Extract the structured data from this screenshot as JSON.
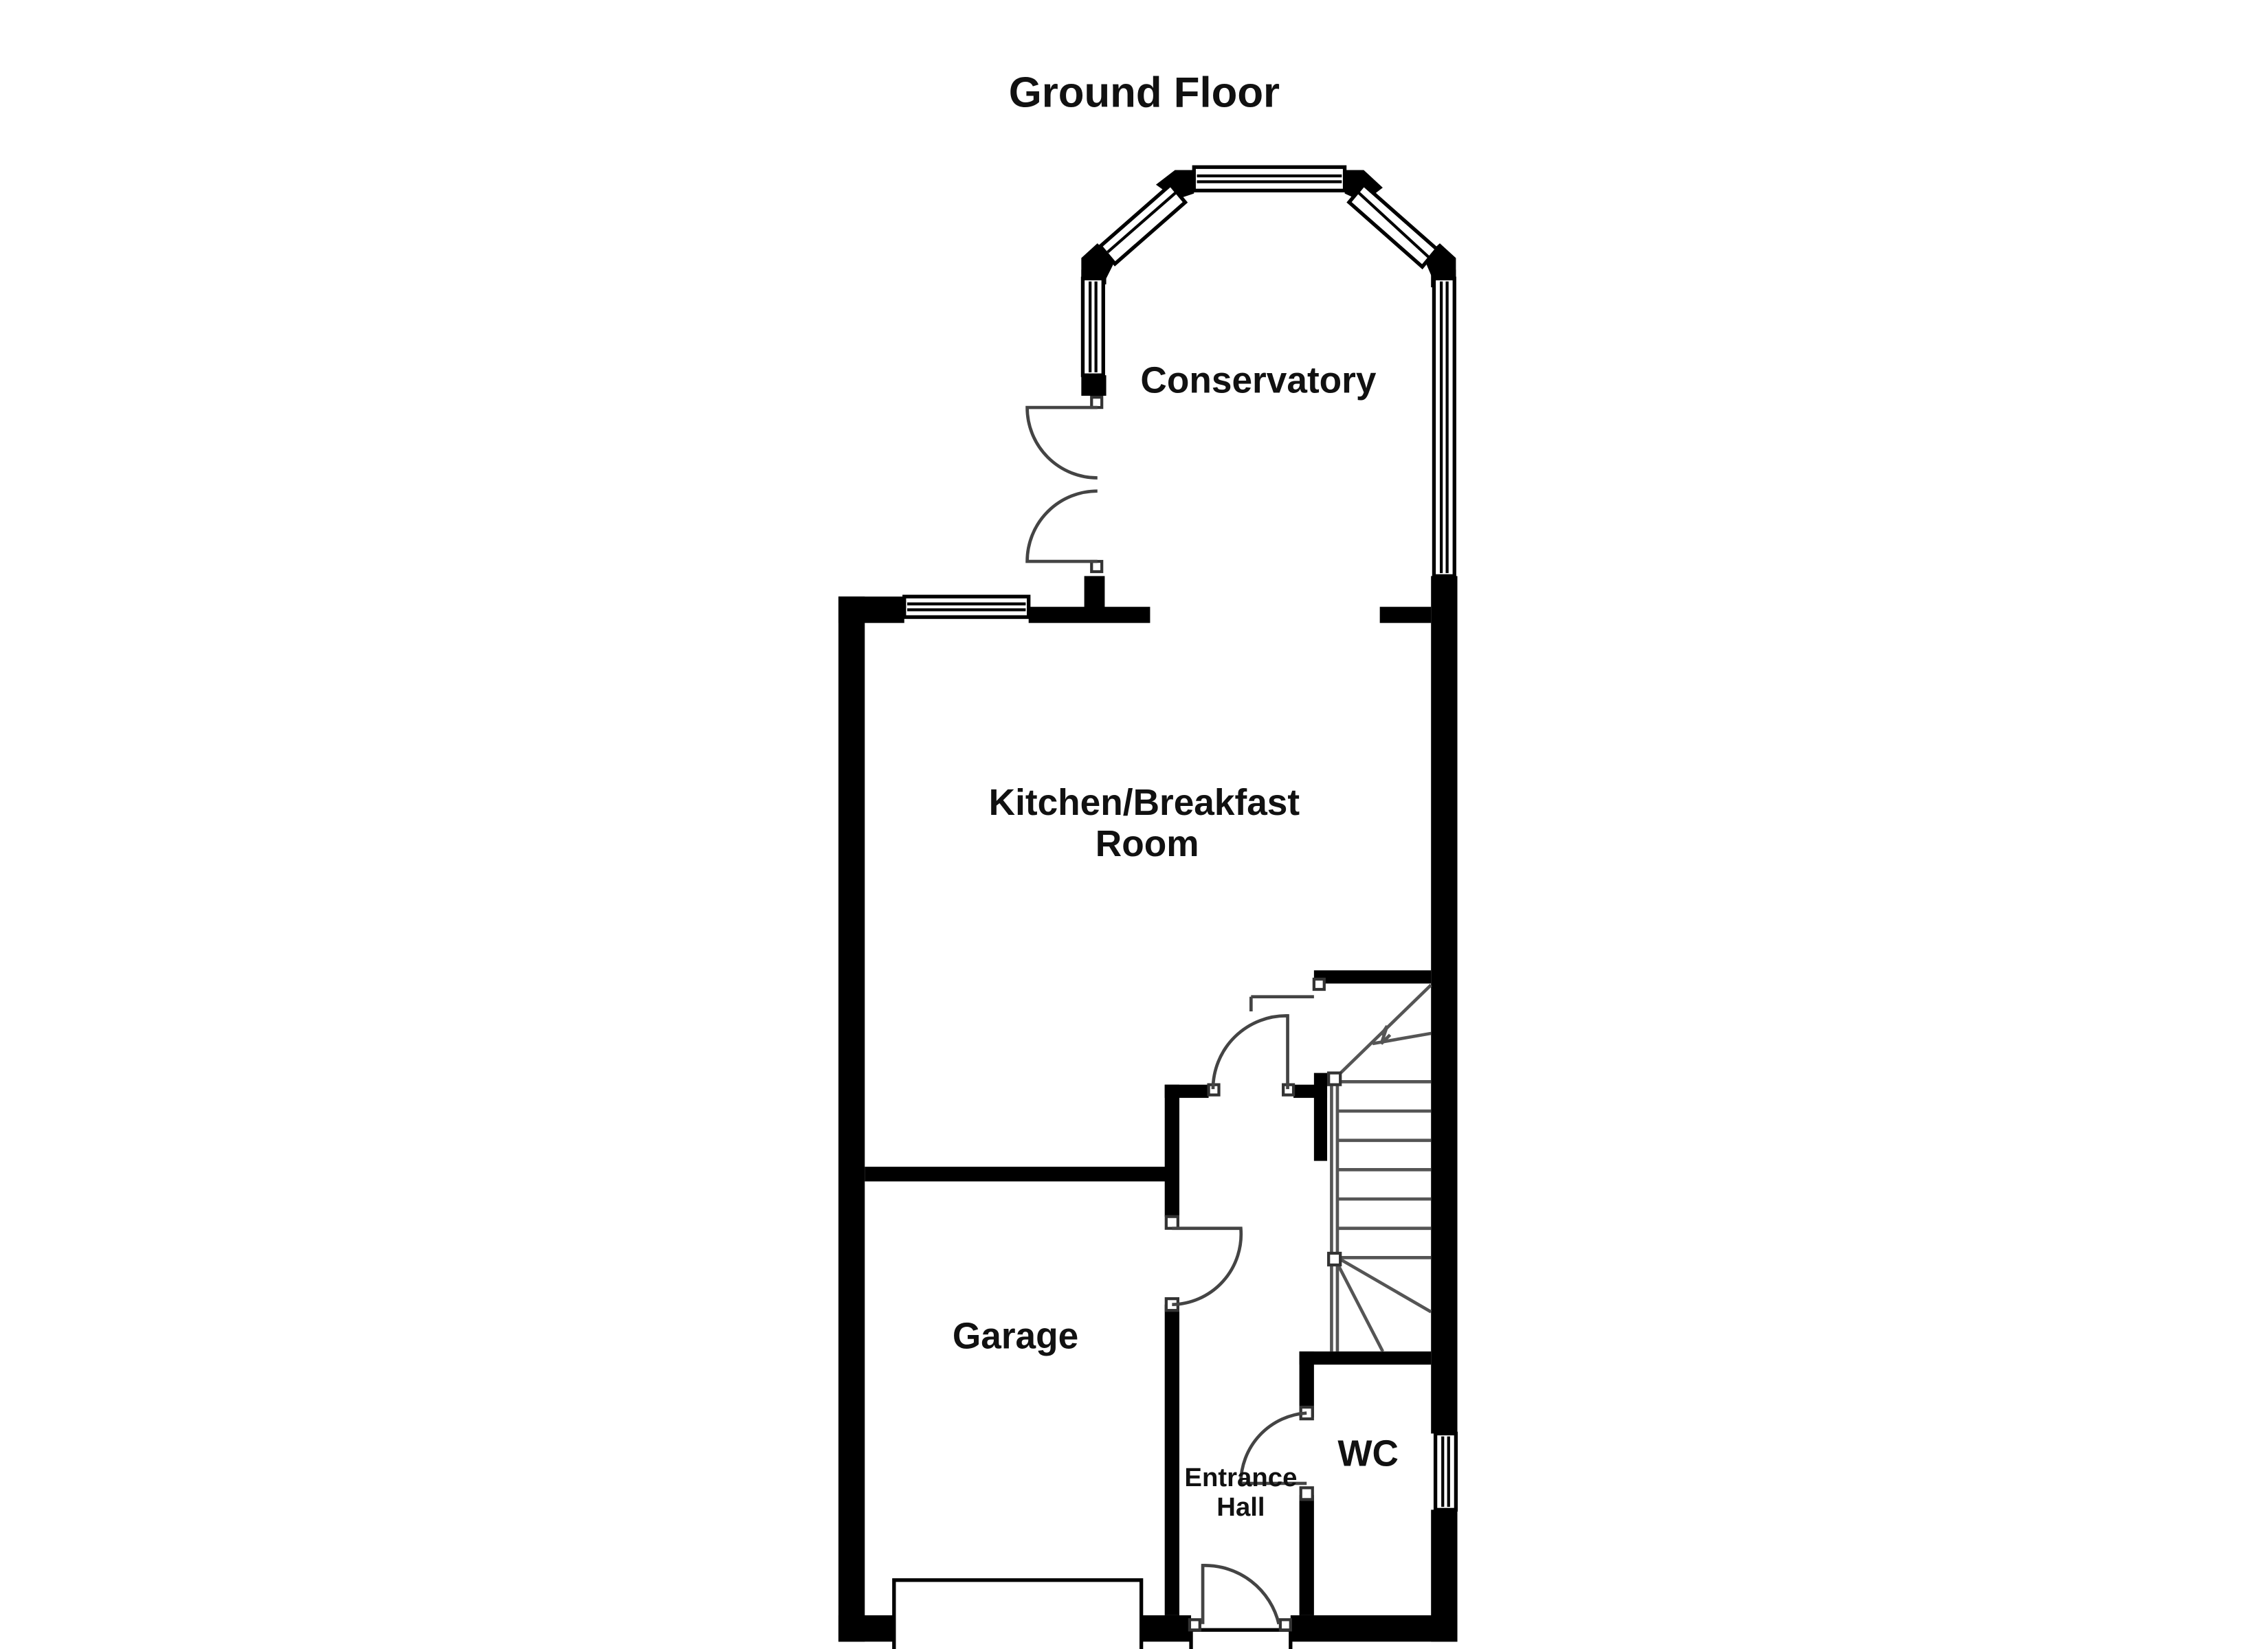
{
  "title": "Ground Floor",
  "rooms": {
    "conservatory": "Conservatory",
    "kitchen_line1": "Kitchen/Breakfast",
    "kitchen_line2": "Room",
    "garage": "Garage",
    "entrance_line1": "Entrance",
    "entrance_line2": "Hall",
    "wc": "WC"
  }
}
